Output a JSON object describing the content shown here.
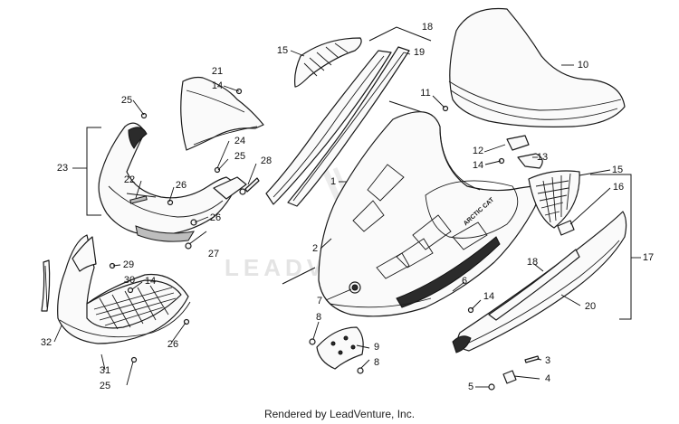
{
  "diagram": {
    "callouts": [
      {
        "id": "c21",
        "label": "21"
      },
      {
        "id": "c14a",
        "label": "14"
      },
      {
        "id": "c25a",
        "label": "25"
      },
      {
        "id": "c23",
        "label": "23"
      },
      {
        "id": "c24",
        "label": "24"
      },
      {
        "id": "c25b",
        "label": "25"
      },
      {
        "id": "c28",
        "label": "28"
      },
      {
        "id": "c22",
        "label": "22"
      },
      {
        "id": "c26a",
        "label": "26"
      },
      {
        "id": "c26b",
        "label": "26"
      },
      {
        "id": "c27",
        "label": "27"
      },
      {
        "id": "c29",
        "label": "29"
      },
      {
        "id": "c30",
        "label": "30"
      },
      {
        "id": "c14b",
        "label": "14"
      },
      {
        "id": "c32",
        "label": "32"
      },
      {
        "id": "c26c",
        "label": "26"
      },
      {
        "id": "c31",
        "label": "31"
      },
      {
        "id": "c25c",
        "label": "25"
      },
      {
        "id": "c15a",
        "label": "15"
      },
      {
        "id": "c18a",
        "label": "18"
      },
      {
        "id": "c19",
        "label": "19"
      },
      {
        "id": "c1",
        "label": "1"
      },
      {
        "id": "c2",
        "label": "2"
      },
      {
        "id": "c7",
        "label": "7"
      },
      {
        "id": "c8a",
        "label": "8"
      },
      {
        "id": "c9",
        "label": "9"
      },
      {
        "id": "c8b",
        "label": "8"
      },
      {
        "id": "c6",
        "label": "6"
      },
      {
        "id": "c14c",
        "label": "14"
      },
      {
        "id": "c10",
        "label": "10"
      },
      {
        "id": "c11",
        "label": "11"
      },
      {
        "id": "c12",
        "label": "12"
      },
      {
        "id": "c13",
        "label": "13"
      },
      {
        "id": "c14d",
        "label": "14"
      },
      {
        "id": "c15b",
        "label": "15"
      },
      {
        "id": "c16",
        "label": "16"
      },
      {
        "id": "c17",
        "label": "17"
      },
      {
        "id": "c18b",
        "label": "18"
      },
      {
        "id": "c20",
        "label": "20"
      },
      {
        "id": "c3",
        "label": "3"
      },
      {
        "id": "c4",
        "label": "4"
      },
      {
        "id": "c5",
        "label": "5"
      }
    ],
    "decal_text": "ARCTIC CAT",
    "watermark": "LEADVENTURE",
    "footer": "Rendered by LeadVenture, Inc."
  }
}
